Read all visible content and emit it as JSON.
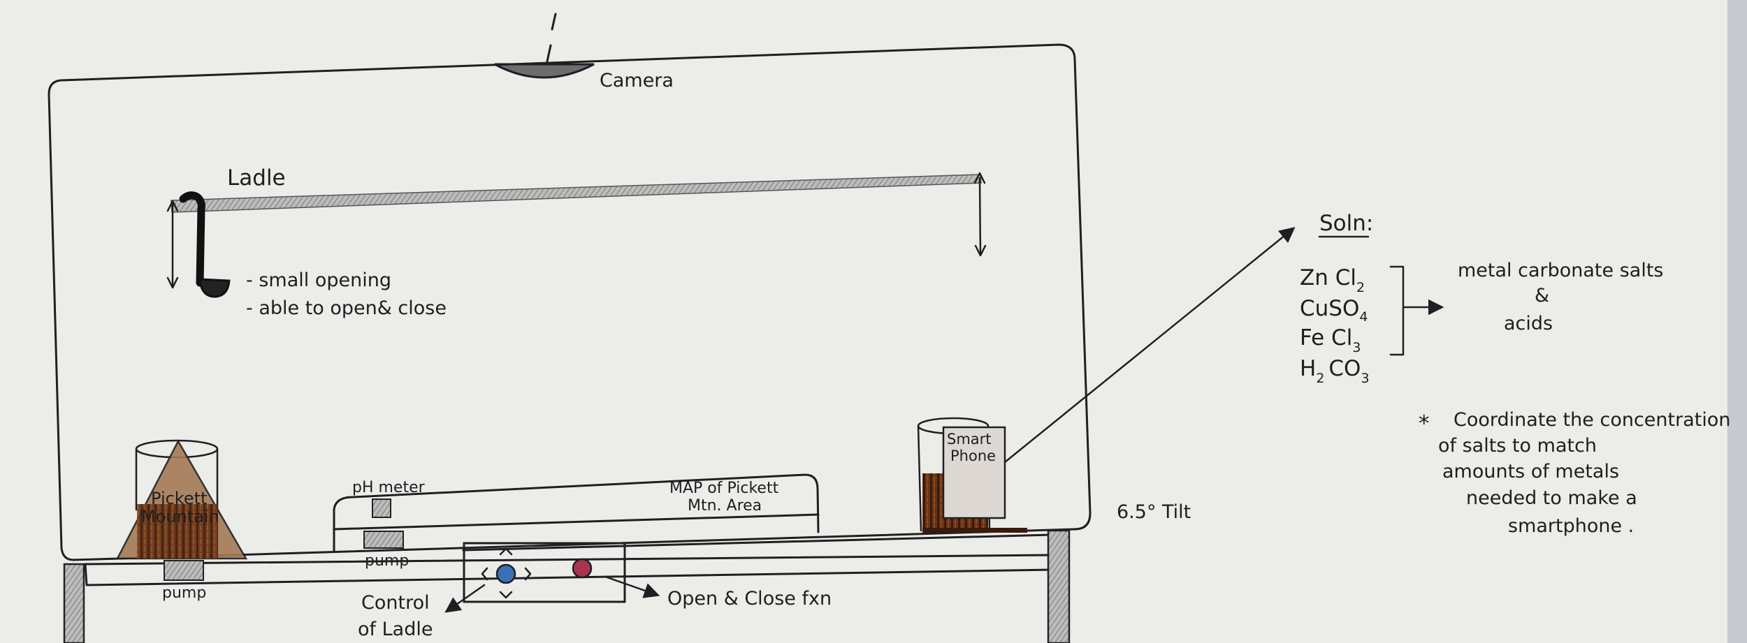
{
  "labels": {
    "tick": "/",
    "camera": "Camera",
    "ladle": "Ladle",
    "opening_1": "- small opening",
    "opening_2": "- able to open& close",
    "ph_meter": "pH meter",
    "map_1": "MAP of Pickett",
    "map_2": "Mtn. Area",
    "pump_left": "pump",
    "pump_mid": "pump",
    "mountain_1": "Pickett",
    "mountain_2": "Mountain",
    "phone_1": "Smart",
    "phone_2": "Phone",
    "control_1": "Control",
    "control_2": "of Ladle",
    "open_close": "Open & Close fxn",
    "tilt": "6.5° Tilt"
  },
  "solution": {
    "heading": "Soln:",
    "compounds": [
      {
        "base": "Zn Cl",
        "sub": "2",
        "tail": ""
      },
      {
        "base": "CuSO",
        "sub": "4",
        "tail": ""
      },
      {
        "base": "Fe Cl",
        "sub": "3",
        "tail": ""
      },
      {
        "base": "H",
        "sub": "2",
        "tail": "CO",
        "tail_sub": "3"
      }
    ],
    "result_1": "metal carbonate salts",
    "result_2": "&",
    "result_3": "acids"
  },
  "note": {
    "star": "*",
    "lines": [
      "Coordinate the concentration",
      "of salts to match",
      "amounts of metals",
      "needed to make a",
      "smartphone ."
    ]
  },
  "colors": {
    "paper": "#ecece8",
    "ink": "#1f1f23",
    "pencil": "#8a8a8a",
    "mountain_brown": "#7a4a22",
    "soil_dark": "#4a2312",
    "button_blue": "#3b6fb6",
    "button_red": "#a8344e"
  }
}
